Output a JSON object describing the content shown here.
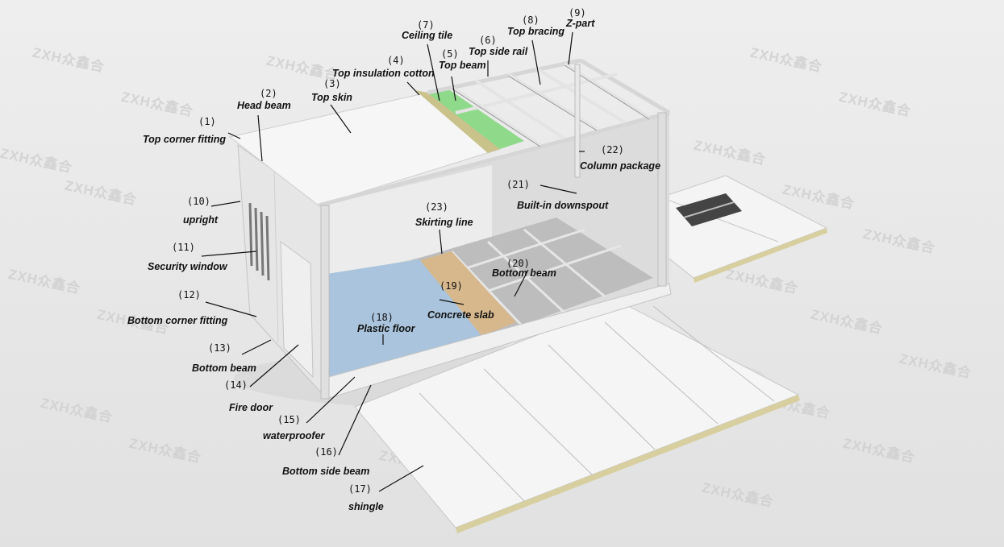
{
  "watermark": "ZXH众鑫合",
  "colors": {
    "background": "#ececec",
    "panel": "#f2f2f2",
    "frame": "#d8d8d8",
    "insulation": "#c9c28a",
    "ceiling_tile": "#8fd98a",
    "plastic_floor": "#a9c4dc",
    "concrete_slab": "#d7b88c",
    "leader": "#111111"
  },
  "parts": [
    {
      "num": "(1)",
      "label": "Top corner fitting"
    },
    {
      "num": "(2)",
      "label": "Head beam"
    },
    {
      "num": "(3)",
      "label": "Top skin"
    },
    {
      "num": "(4)",
      "label": "Top insulation cotton"
    },
    {
      "num": "(5)",
      "label": "Top beam"
    },
    {
      "num": "(6)",
      "label": "Top side rail"
    },
    {
      "num": "(7)",
      "label": "Ceiling tile"
    },
    {
      "num": "(8)",
      "label": "Top bracing"
    },
    {
      "num": "(9)",
      "label": "Z-part"
    },
    {
      "num": "(10)",
      "label": "upright"
    },
    {
      "num": "(11)",
      "label": "Security window"
    },
    {
      "num": "(12)",
      "label": "Bottom corner fitting"
    },
    {
      "num": "(13)",
      "label": "Bottom beam"
    },
    {
      "num": "(14)",
      "label": "Fire door"
    },
    {
      "num": "(15)",
      "label": "waterproofer"
    },
    {
      "num": "(16)",
      "label": "Bottom side beam"
    },
    {
      "num": "(17)",
      "label": "shingle"
    },
    {
      "num": "(18)",
      "label": "Plastic floor"
    },
    {
      "num": "(19)",
      "label": "Concrete slab"
    },
    {
      "num": "(20)",
      "label": "Bottom beam"
    },
    {
      "num": "(21)",
      "label": "Built-in downspout"
    },
    {
      "num": "(22)",
      "label": "Column package"
    },
    {
      "num": "(23)",
      "label": "Skirting line"
    }
  ]
}
